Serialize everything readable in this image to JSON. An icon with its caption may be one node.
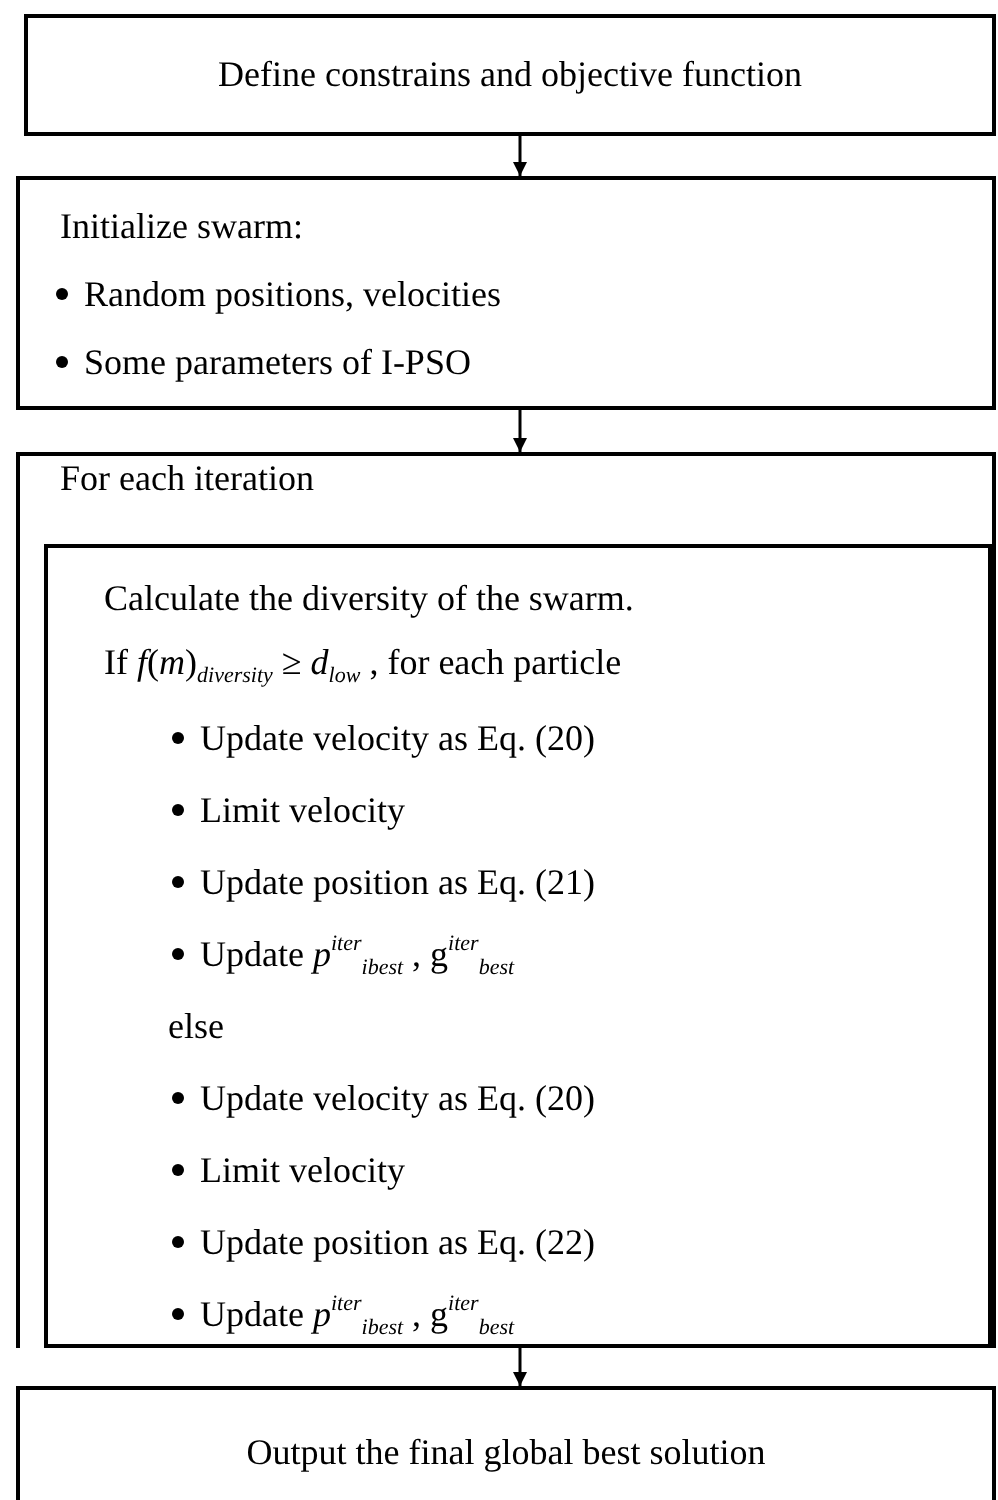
{
  "diagram": {
    "nodes": [
      {
        "text": [
          "Define constrains and objective function"
        ]
      },
      {
        "text": [
          "Initialize swarm:",
          "Random positions, velocities",
          "Some parameters of I-PSO"
        ]
      },
      {
        "text": [
          "For each iteration"
        ]
      },
      {
        "text": [
          "Calculate the diversity of the swarm.",
          "If  *f*(*m*)$_{diversity}$ ≥ *d*$_{low}$ , for each particle",
          "Update velocity as Eq. (20)",
          "Limit velocity",
          "Update position as Eq. (21)",
          "Update  *p*$^{iter}$$_{ibest}$ , g$^{iter}$$_{best}$",
          "else",
          "Update velocity as Eq. (20)",
          "Limit velocity",
          "Update position as Eq. (22)",
          "Update  *p*$^{iter}$$_{ibest}$ , g$^{iter}$$_{best}$"
        ],
        "in": 2
      },
      {
        "text": [
          "Output the final global best solution"
        ]
      }
    ],
    "edges": [
      {
        "from": 0,
        "to": 1,
        "arrow": "to"
      },
      {
        "from": 1,
        "to": 2,
        "arrow": "to"
      },
      {
        "from": 2,
        "to": 4,
        "arrow": "to"
      }
    ]
  }
}
